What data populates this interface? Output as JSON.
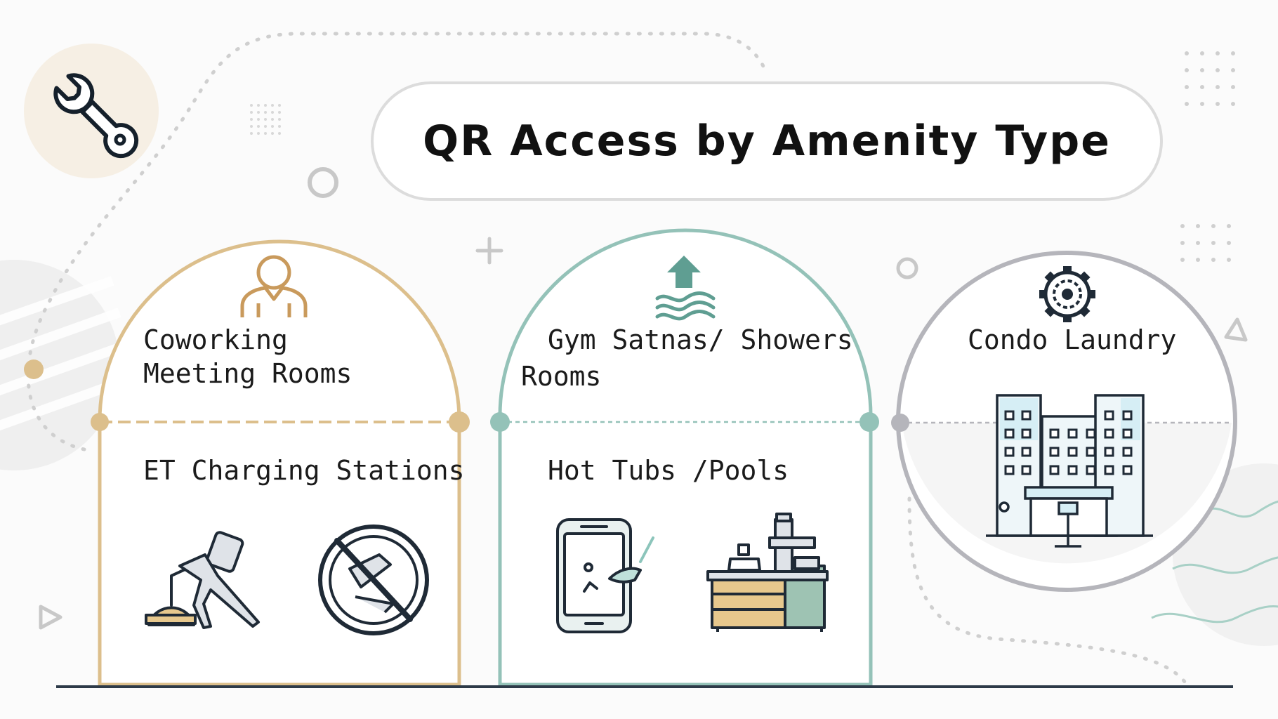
{
  "title": "QR Access by Amenity Type",
  "panels": [
    {
      "top_label_line1": "Coworking",
      "top_label_line2": "Meeting Rooms",
      "bottom_label": "ET Charging Stations",
      "icon": "person-icon",
      "accent": "#dcbf8c"
    },
    {
      "top_label_line1": "Gym Satnas/ Showers",
      "top_label_line2": "Rooms",
      "bottom_label": "Hot Tubs /Pools",
      "icon": "waves-arrow-icon",
      "accent": "#94c2b8"
    },
    {
      "top_label_line1": "Condo Laundry",
      "icon": "gear-icon",
      "accent": "#b5b5bb"
    }
  ],
  "corner_icon": "wrench-icon",
  "colors": {
    "gold": "#dcbf8c",
    "teal": "#94c2b8",
    "grey": "#b5b5bb",
    "ink": "#1f2a36"
  }
}
